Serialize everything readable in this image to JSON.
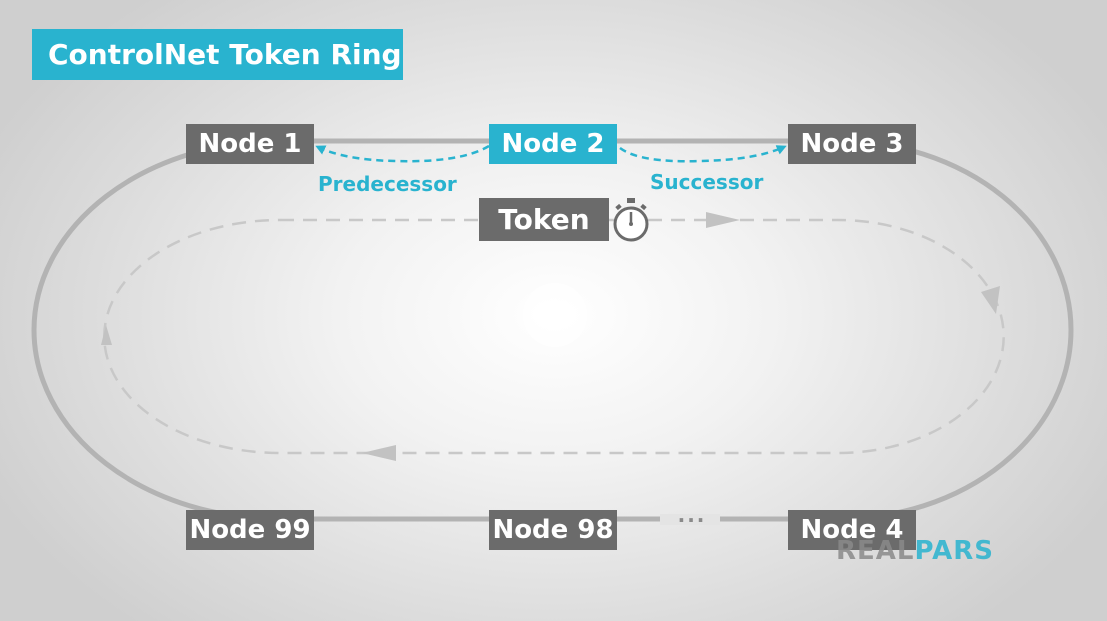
{
  "title": "ControlNet Token Ring",
  "nodes": {
    "node1": "Node 1",
    "node2": "Node 2",
    "node3": "Node 3",
    "node4": "Node 4",
    "node98": "Node 98",
    "node99": "Node 99"
  },
  "labels": {
    "predecessor": "Predecessor",
    "successor": "Successor",
    "token": "Token",
    "ellipsis": "···"
  },
  "logo": {
    "text_part1": "REAL",
    "text_part2": "PARS"
  },
  "colors": {
    "accent": "#29b3cf",
    "node_fill": "#6b6b6b",
    "ring_line": "#b3b3b3",
    "token_path": "#c6c6c6"
  },
  "icons": {
    "token_icon": "stopwatch-icon"
  }
}
